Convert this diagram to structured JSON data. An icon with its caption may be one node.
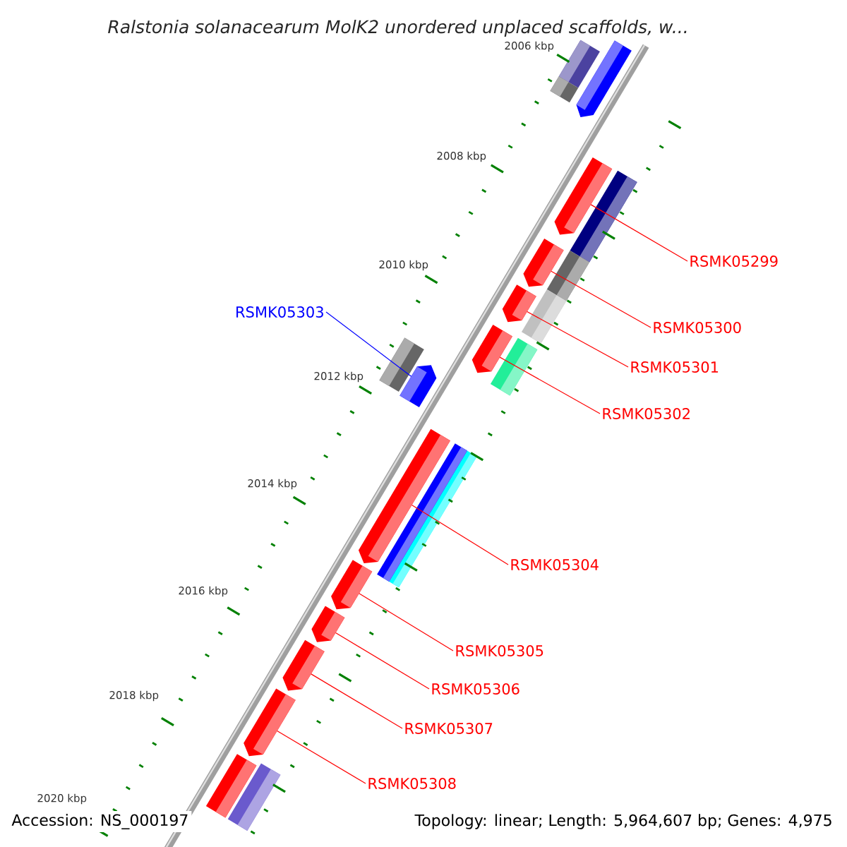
{
  "diagram": {
    "title": "Ralstonia solanacearum MolK2 unordered unplaced scaffolds, w...",
    "nodes": [
      {
        "text": [
          "RSMK05299"
        ]
      },
      {
        "text": [],
        "shape": "bar"
      },
      {
        "text": [
          "RSMK05300"
        ]
      },
      {
        "text": [],
        "shape": "bar"
      },
      {
        "text": [
          "RSMK05301"
        ]
      },
      {
        "text": [],
        "shape": "bar"
      },
      {
        "text": [
          "RSMK05303"
        ]
      },
      {
        "text": [],
        "shape": "bar"
      },
      {
        "text": [
          "RSMK05302"
        ]
      },
      {
        "text": [],
        "shape": "bar"
      },
      {
        "text": [
          "RSMK05304"
        ]
      },
      {
        "text": [],
        "shape": "bar"
      },
      {
        "text": [
          "RSMK05305"
        ]
      },
      {
        "text": [],
        "shape": "bar"
      },
      {
        "text": [
          "RSMK05306"
        ]
      },
      {
        "text": [],
        "shape": "bar"
      },
      {
        "text": [
          "RSMK05307"
        ]
      },
      {
        "text": [],
        "shape": "bar"
      },
      {
        "text": [
          "RSMK05308"
        ]
      },
      {
        "text": [],
        "shape": "bar"
      },
      {
        "text": [],
        "shape": "bar"
      }
    ],
    "edges": [
      {
        "from": 0,
        "to": 1,
        "arrow": "none"
      },
      {
        "from": 2,
        "to": 3,
        "arrow": "none"
      },
      {
        "from": 4,
        "to": 5,
        "arrow": "none"
      },
      {
        "from": 6,
        "to": 7,
        "arrow": "none",
        "color": "#0000ff"
      },
      {
        "from": 8,
        "to": 9,
        "arrow": "none"
      },
      {
        "from": 10,
        "to": 11,
        "arrow": "none"
      },
      {
        "from": 12,
        "to": 13,
        "arrow": "none"
      },
      {
        "from": 14,
        "to": 15,
        "arrow": "none"
      },
      {
        "from": 16,
        "to": 17,
        "arrow": "none"
      },
      {
        "from": 18,
        "to": 19,
        "arrow": "none"
      }
    ],
    "labels": [
      "2006 kbp",
      "2008 kbp",
      "2010 kbp",
      "2012 kbp",
      "2014 kbp",
      "2016 kbp",
      "2018 kbp",
      "2020 kbp",
      "Accession: NS_000197",
      "Topology: linear; Length: 5,964,607 bp; Genes: 4,975"
    ]
  }
}
